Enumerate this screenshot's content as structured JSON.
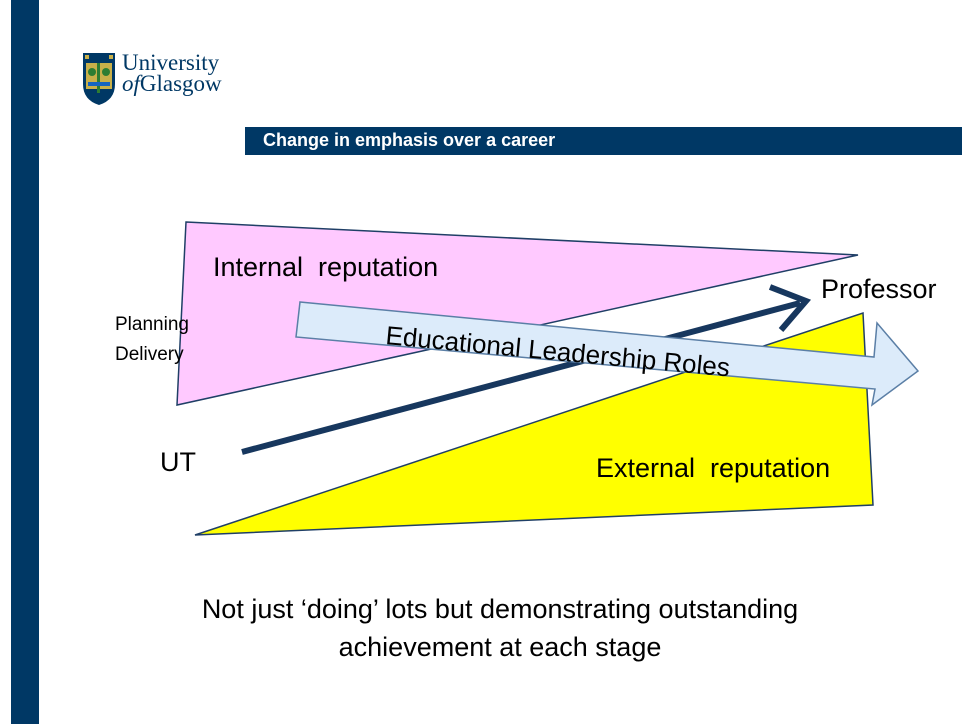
{
  "logo": {
    "line1": "University",
    "line2_italic": "of",
    "line2_rest": "Glasgow"
  },
  "title": "Change in emphasis over a career",
  "diagram": {
    "internal_label": "Internal  reputation",
    "external_label": "External  reputation",
    "planning_label": "Planning",
    "delivery_label": "Delivery",
    "ut_label": "UT",
    "professor_label": "Professor",
    "arrow_label": "Educational Leadership Roles",
    "colors": {
      "internal_fill": "#FFC9FF",
      "external_fill": "#FFFF00",
      "arrow_fill": "#DCEBFA",
      "arrow_stroke": "#5B7FA6",
      "career_arrow": "#17375E",
      "brand_navy": "#003865"
    }
  },
  "caption": {
    "line1": "Not just ‘doing’ lots but demonstrating outstanding",
    "line2": "achievement at each stage"
  }
}
